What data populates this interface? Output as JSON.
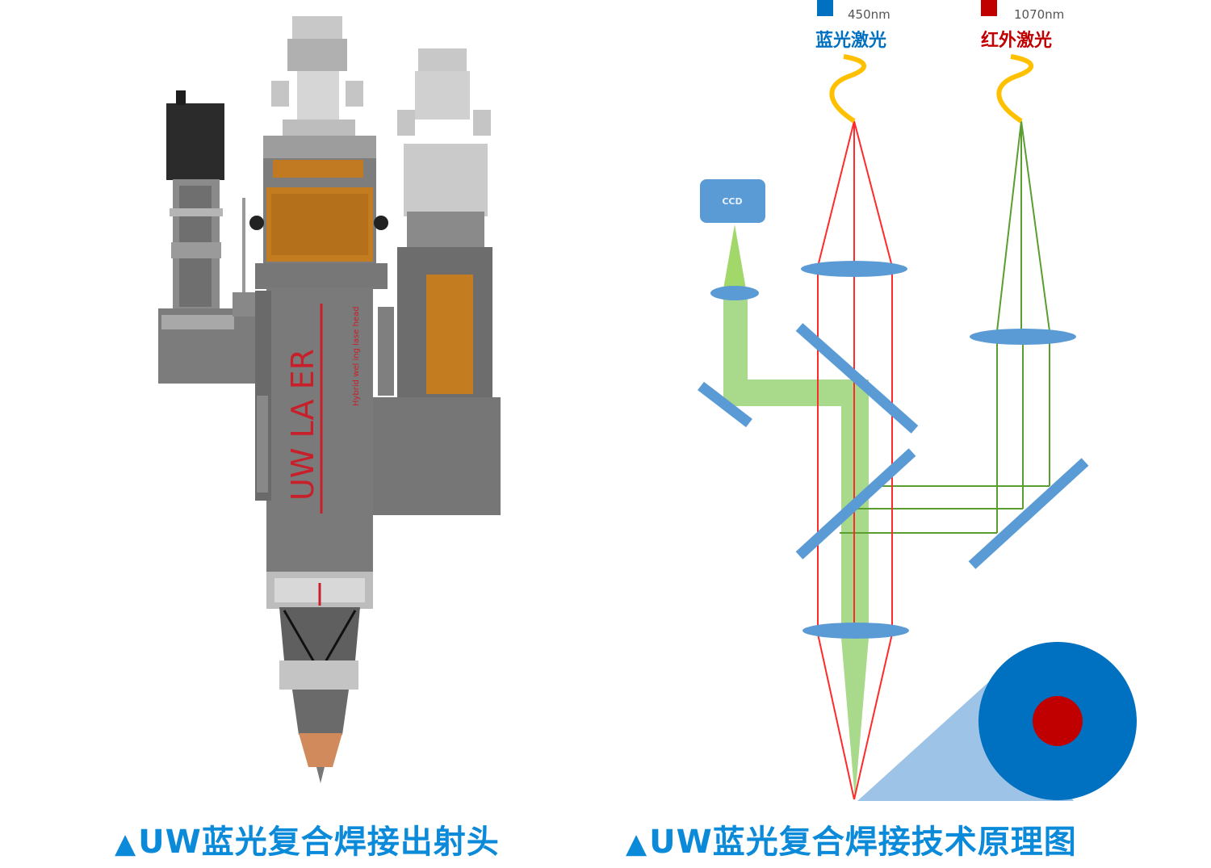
{
  "product_image": {
    "brand_text": "UW LA ER",
    "subtitle_text": "Hybrid wel ing lase head",
    "caption": "UW蓝光复合焊接出射头",
    "caption_marker": "▲"
  },
  "diagram": {
    "blue_laser": {
      "wavelength": "450nm",
      "label": "蓝光激光",
      "color": "#0070c0"
    },
    "ir_laser": {
      "wavelength": "1070nm",
      "label": "红外激光",
      "color": "#c00000"
    },
    "ccd_label": "CCD",
    "caption": "UW蓝光复合焊接技术原理图",
    "caption_marker": "▲",
    "colors": {
      "lens": "#5b9bd5",
      "blue_path": "#ff2a2a",
      "ir_path": "#5a9e2f",
      "ccd_path": "#92d050",
      "spot_outer": "#0070c0",
      "spot_inner": "#c00000",
      "squiggle": "#ffc000"
    }
  }
}
